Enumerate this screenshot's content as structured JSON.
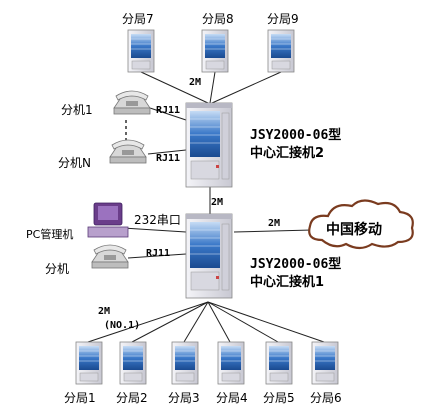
{
  "top_branches": [
    "分局7",
    "分局8",
    "分局9"
  ],
  "bottom_branches": [
    "分局1",
    "分局2",
    "分局3",
    "分局4",
    "分局5",
    "分局6"
  ],
  "switch_upper": {
    "model": "JSY2000-06型",
    "name": "中心汇接机2"
  },
  "switch_lower": {
    "model": "JSY2000-06型",
    "name": "中心汇接机1"
  },
  "phones": {
    "ext1": "分机1",
    "extN": "分机N",
    "ext": "分机"
  },
  "ports": {
    "rj11_a": "RJ11",
    "rj11_b": "RJ11",
    "rj11_c": "RJ11",
    "serial": "232串口"
  },
  "pc": "PC管理机",
  "links": {
    "top": "2M",
    "mid": "2M",
    "mobile": "2M",
    "bottom": "2M",
    "bottom_no": "(NO.1)"
  },
  "cloud": "中国移动",
  "colors": {
    "cloud": "#7a3b1f",
    "cabinet_frame": "#e6e6ee",
    "cabinet_screen": "#2a6ab8",
    "line": "#222222"
  }
}
